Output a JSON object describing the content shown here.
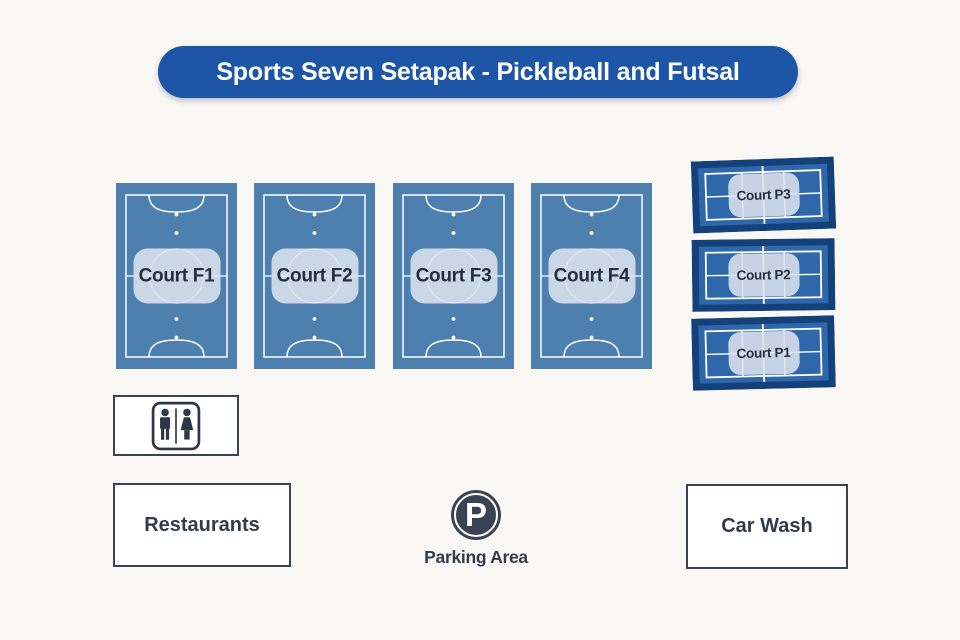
{
  "title": {
    "text": "Sports Seven Setapak - Pickleball and Futsal"
  },
  "colors": {
    "background": "#f9f8f5",
    "title_bg": "#1d55a7",
    "futsal_court": "#4d80af",
    "pickleball_frame": "#15417b",
    "pickleball_court": "#2e68ab",
    "court_line": "#ffffff",
    "label_box": "#dbe3ee",
    "dark_accent": "#3a4152"
  },
  "futsal_courts": [
    {
      "label": "Court F1"
    },
    {
      "label": "Court F2"
    },
    {
      "label": "Court F3"
    },
    {
      "label": "Court F4"
    }
  ],
  "pickleball_courts": [
    {
      "label": "Court P3"
    },
    {
      "label": "Court P2"
    },
    {
      "label": "Court P1"
    }
  ],
  "facilities": {
    "restroom": {
      "icon": "mens-womens-restroom-icon"
    },
    "restaurants": {
      "label": "Restaurants"
    },
    "parking": {
      "symbol": "P",
      "label": "Parking Area"
    },
    "car_wash": {
      "label": "Car Wash"
    }
  }
}
